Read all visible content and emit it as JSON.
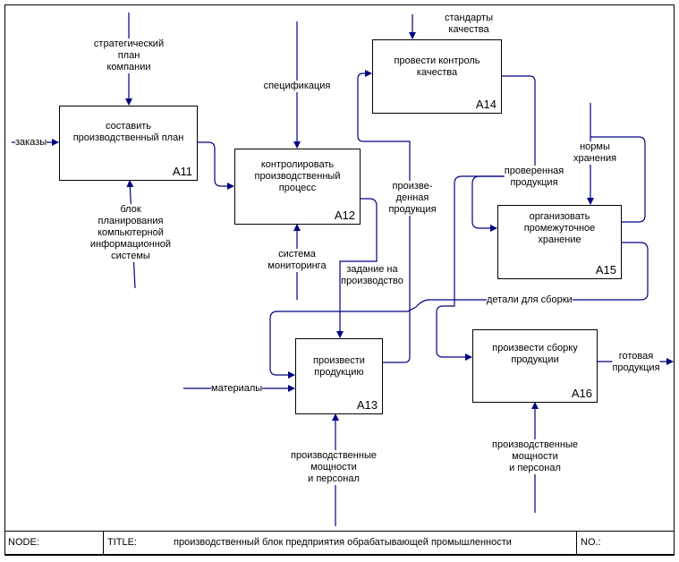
{
  "boxes": {
    "a11": {
      "title": "составить\nпроизводственный план",
      "num": "A11"
    },
    "a12": {
      "title": "контролировать\nпроизводственный\nпроцесс",
      "num": "A12"
    },
    "a13": {
      "title": "произвести\nпродукцию",
      "num": "A13"
    },
    "a14": {
      "title": "провести контроль\nкачества",
      "num": "A14"
    },
    "a15": {
      "title": "организовать\nпромежуточное\nхранение",
      "num": "A15"
    },
    "a16": {
      "title": "произвести сборку\nпродукции",
      "num": "A16"
    }
  },
  "arrows": {
    "strategic_plan": "стратегический\nплан\nкомпании",
    "orders": "заказы",
    "planning_unit": "блок\nпланирования\nкомпьютерной\nинформационной\nсистемы",
    "specification": "спецификация",
    "monitoring": "система\nмониторинга",
    "production_task": "задание на\nпроизводство",
    "produced_product": "произве-\nденная\nпродукция",
    "quality_standards": "стандарты\nкачества",
    "storage_norms": "нормы\nхранения",
    "checked_product": "проверенная\nпродукция",
    "assembly_parts": "детали для сборки",
    "materials": "материалы",
    "capacity_a13": "производственные\nмощности\nи персонал",
    "capacity_a16": "производственные\nмощности\nи персонал",
    "finished_product": "готовая\nпродукция"
  },
  "footer": {
    "node_label": "NODE:",
    "title_label": "TITLE:",
    "title_text": "производственный блок предприятия обрабатывающей промышленности",
    "no_label": "NO.:"
  },
  "colors": {
    "line": "#000080",
    "text": "#000000"
  }
}
